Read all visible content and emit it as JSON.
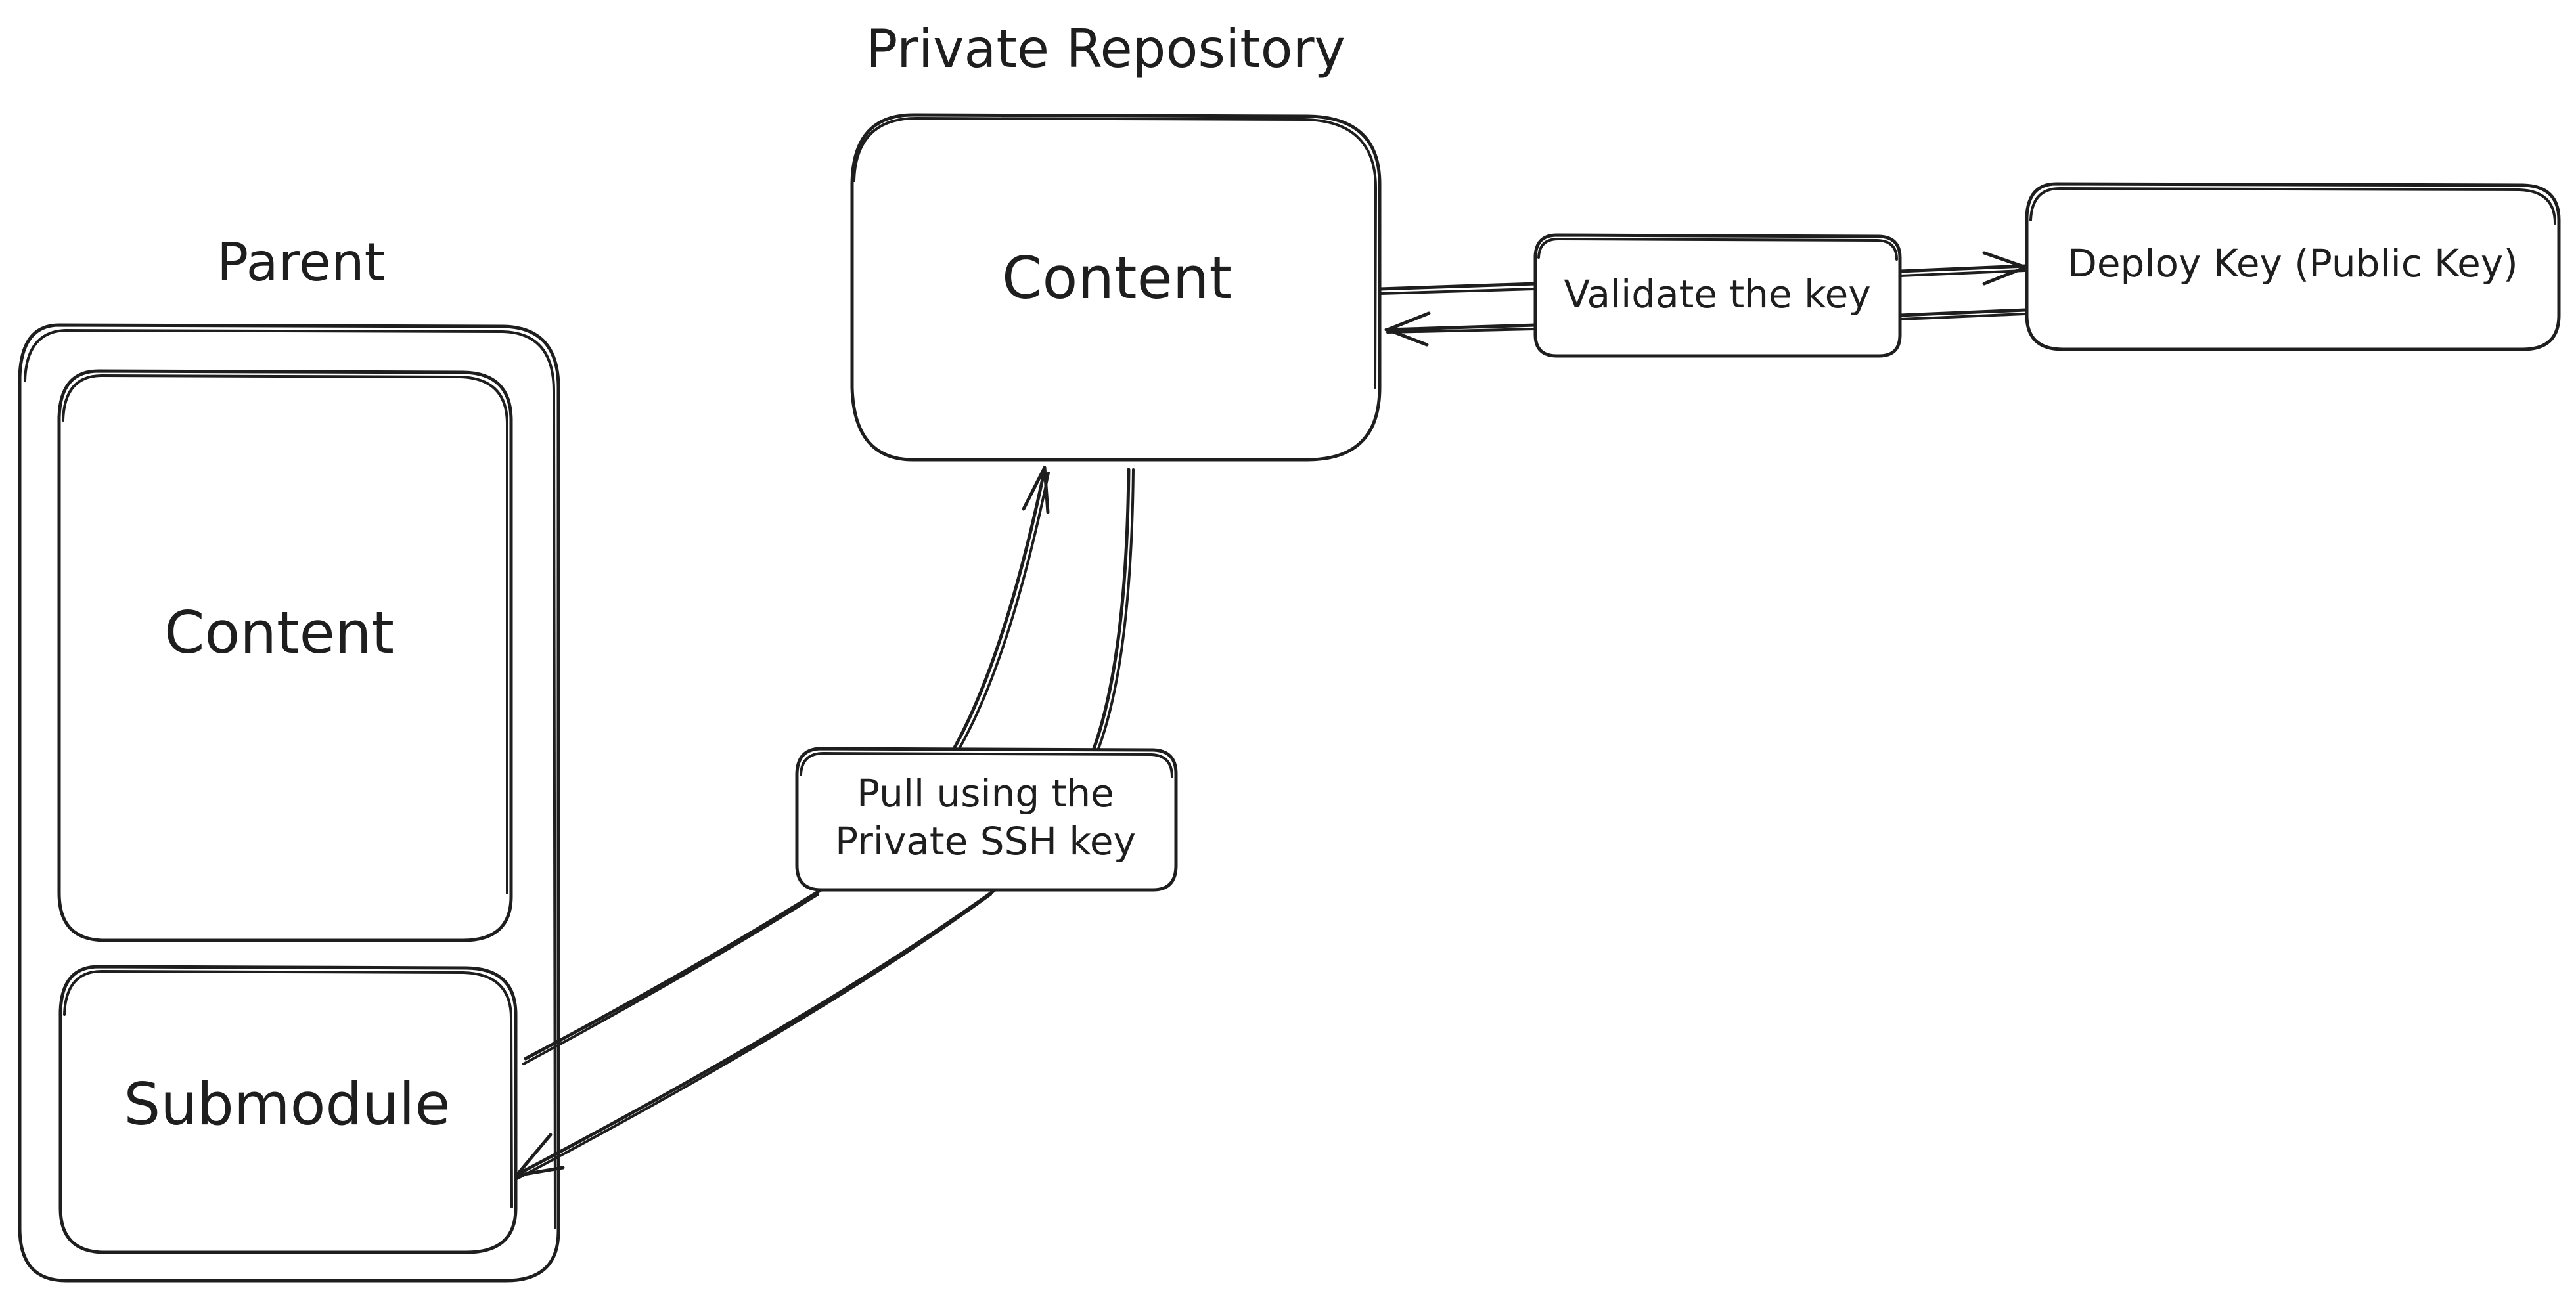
{
  "diagram": {
    "titles": {
      "private_repository": "Private Repository",
      "parent": "Parent"
    },
    "nodes": {
      "private_repo_content": "Content",
      "parent_content": "Content",
      "submodule": "Submodule",
      "validate_key": "Validate the key",
      "deploy_key": "Deploy Key (Public Key)",
      "pull_line1": "Pull using the",
      "pull_line2": "Private SSH key"
    },
    "colors": {
      "stroke": "#1e1e1e",
      "background": "#ffffff"
    }
  }
}
